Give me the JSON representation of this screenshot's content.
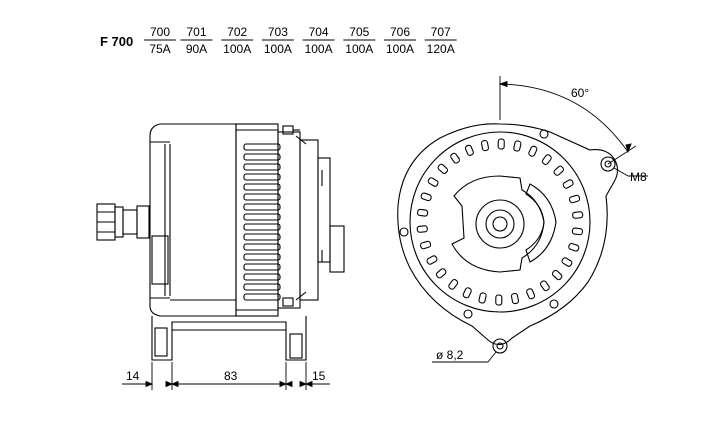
{
  "header": {
    "series": "F 700",
    "models": [
      {
        "code": "700",
        "rating": "75A"
      },
      {
        "code": "701",
        "rating": "90A"
      },
      {
        "code": "702",
        "rating": "100A"
      },
      {
        "code": "703",
        "rating": "100A"
      },
      {
        "code": "704",
        "rating": "100A"
      },
      {
        "code": "705",
        "rating": "100A"
      },
      {
        "code": "706",
        "rating": "100A"
      },
      {
        "code": "707",
        "rating": "120A"
      }
    ]
  },
  "side_view": {
    "dim_left": "14",
    "dim_middle": "83",
    "dim_right": "15"
  },
  "front_view": {
    "angle_label": "60°",
    "thread_label": "M8",
    "hole_label": "ø 8,2"
  }
}
